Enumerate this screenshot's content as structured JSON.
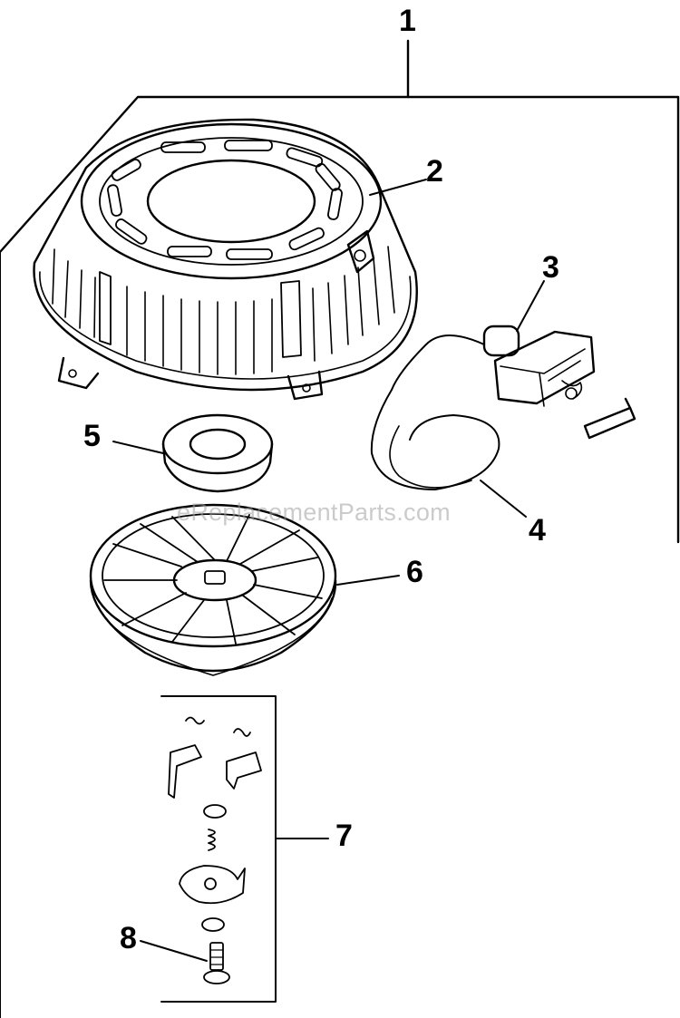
{
  "callouts": {
    "c1": "1",
    "c2": "2",
    "c3": "3",
    "c4": "4",
    "c5": "5",
    "c6": "6",
    "c7": "7",
    "c8": "8"
  },
  "watermark": "eReplacementParts.com",
  "line_color": "#000000",
  "fill_color": "#ffffff"
}
